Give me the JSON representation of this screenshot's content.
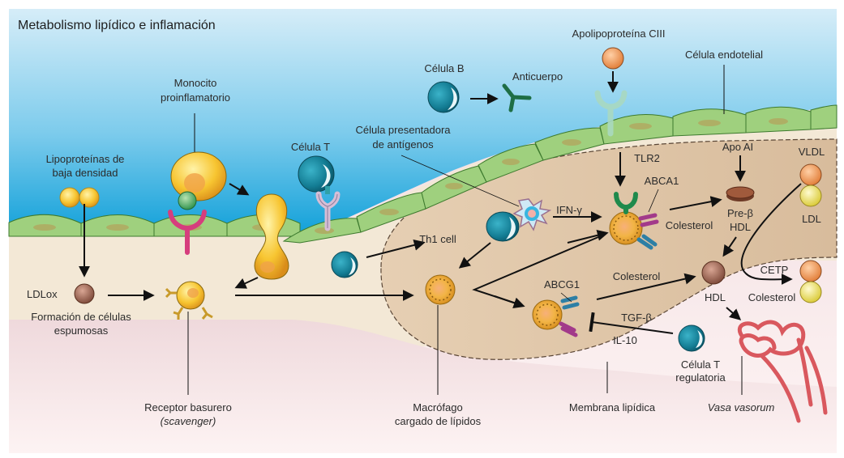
{
  "title": "Metabolismo lipídico e inflamación",
  "labels": {
    "monocito_1": "Monocito",
    "monocito_2": "proinflamatorio",
    "lipoproteinas_1": "Lipoproteínas de",
    "lipoproteinas_2": "baja densidad",
    "celula_t": "Célula T",
    "celula_b": "Célula B",
    "anticuerpo": "Anticuerpo",
    "apo_c3": "Apolipoproteína CIII",
    "endotelial": "Célula endotelial",
    "apc_1": "Célula presentadora",
    "apc_2": "de antígenos",
    "tlr2": "TLR2",
    "apo_ai": "Apo AI",
    "vldl": "VLDL",
    "ldl": "LDL",
    "abca1": "ABCA1",
    "ifn": "IFN-γ",
    "th1": "Th1 cell",
    "colesterol_1": "Colesterol",
    "pre_beta_1": "Pre-β",
    "pre_beta_2": "HDL",
    "ldlox": "LDLox",
    "espumosas_1": "Formación de células",
    "espumosas_2": "espumosas",
    "abcg1": "ABCG1",
    "colesterol_2": "Colesterol",
    "hdl": "HDL",
    "cetp": "CETP",
    "colesterol_3": "Colesterol",
    "tgf": "TGF-β",
    "il10": "IL-10",
    "treg_1": "Célula T",
    "treg_2": "regulatoria",
    "receptor_1": "Receptor basurero",
    "receptor_2": "(scavenger)",
    "macrofago_1": "Macrófago",
    "macrofago_2": "cargado de lípidos",
    "membrana": "Membrana lipídica",
    "vasa": "Vasa vasorum"
  },
  "colors": {
    "lumen_top": "#d4ecf7",
    "lumen_bottom": "#1aa3d8",
    "endothelium": "#8cc26a",
    "intima": "#f1e6d2",
    "plaque": "#dcc3a4",
    "media": "#f5e1e4",
    "foam_cell": "#f2b632",
    "t_cell": "#1b8aa0",
    "antibody": "#2f8f5a",
    "receptor_pink": "#d63d7d",
    "tlr2": "#2b8c4c",
    "abca1": "#a23a8a",
    "abcg1": "#2d7fa5",
    "vldl": "#f09a5a",
    "ldl": "#ece26a",
    "hdl": "#8a5a4a",
    "vessel": "#d9585e"
  }
}
